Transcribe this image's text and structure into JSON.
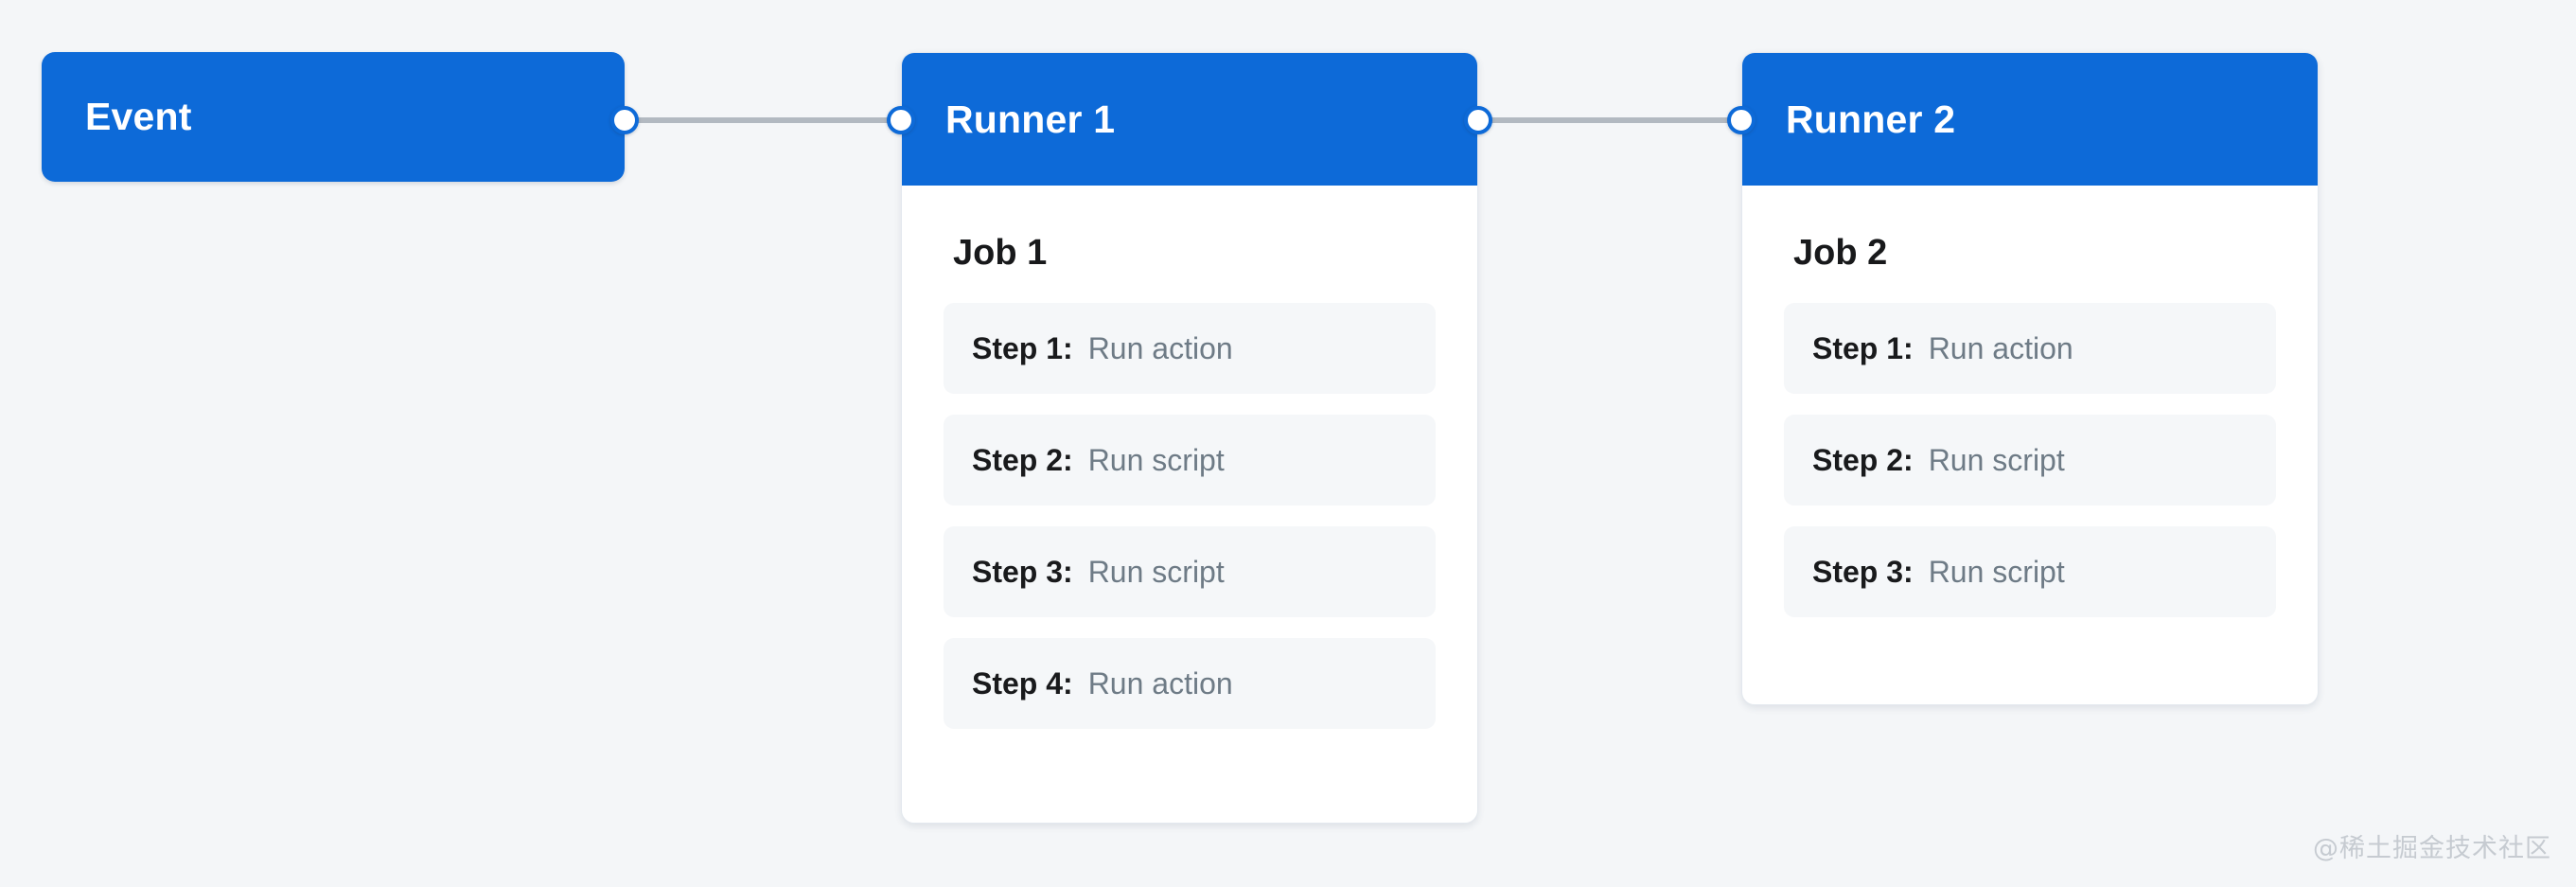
{
  "background_color": "#f4f6f8",
  "accent_color": "#0d6ad8",
  "edge_color": "#b2b9c1",
  "step_bg_color": "#f5f7f9",
  "event": {
    "label": "Event"
  },
  "runners": [
    {
      "title": "Runner 1",
      "job_title": "Job 1",
      "steps": [
        {
          "key": "Step 1:",
          "value": "Run action"
        },
        {
          "key": "Step 2:",
          "value": "Run script"
        },
        {
          "key": "Step 3:",
          "value": "Run script"
        },
        {
          "key": "Step 4:",
          "value": "Run action"
        }
      ]
    },
    {
      "title": "Runner 2",
      "job_title": "Job 2",
      "steps": [
        {
          "key": "Step 1:",
          "value": "Run action"
        },
        {
          "key": "Step 2:",
          "value": "Run script"
        },
        {
          "key": "Step 3:",
          "value": "Run script"
        }
      ]
    }
  ],
  "watermark": {
    "text": "@稀土掘金技术社区"
  }
}
